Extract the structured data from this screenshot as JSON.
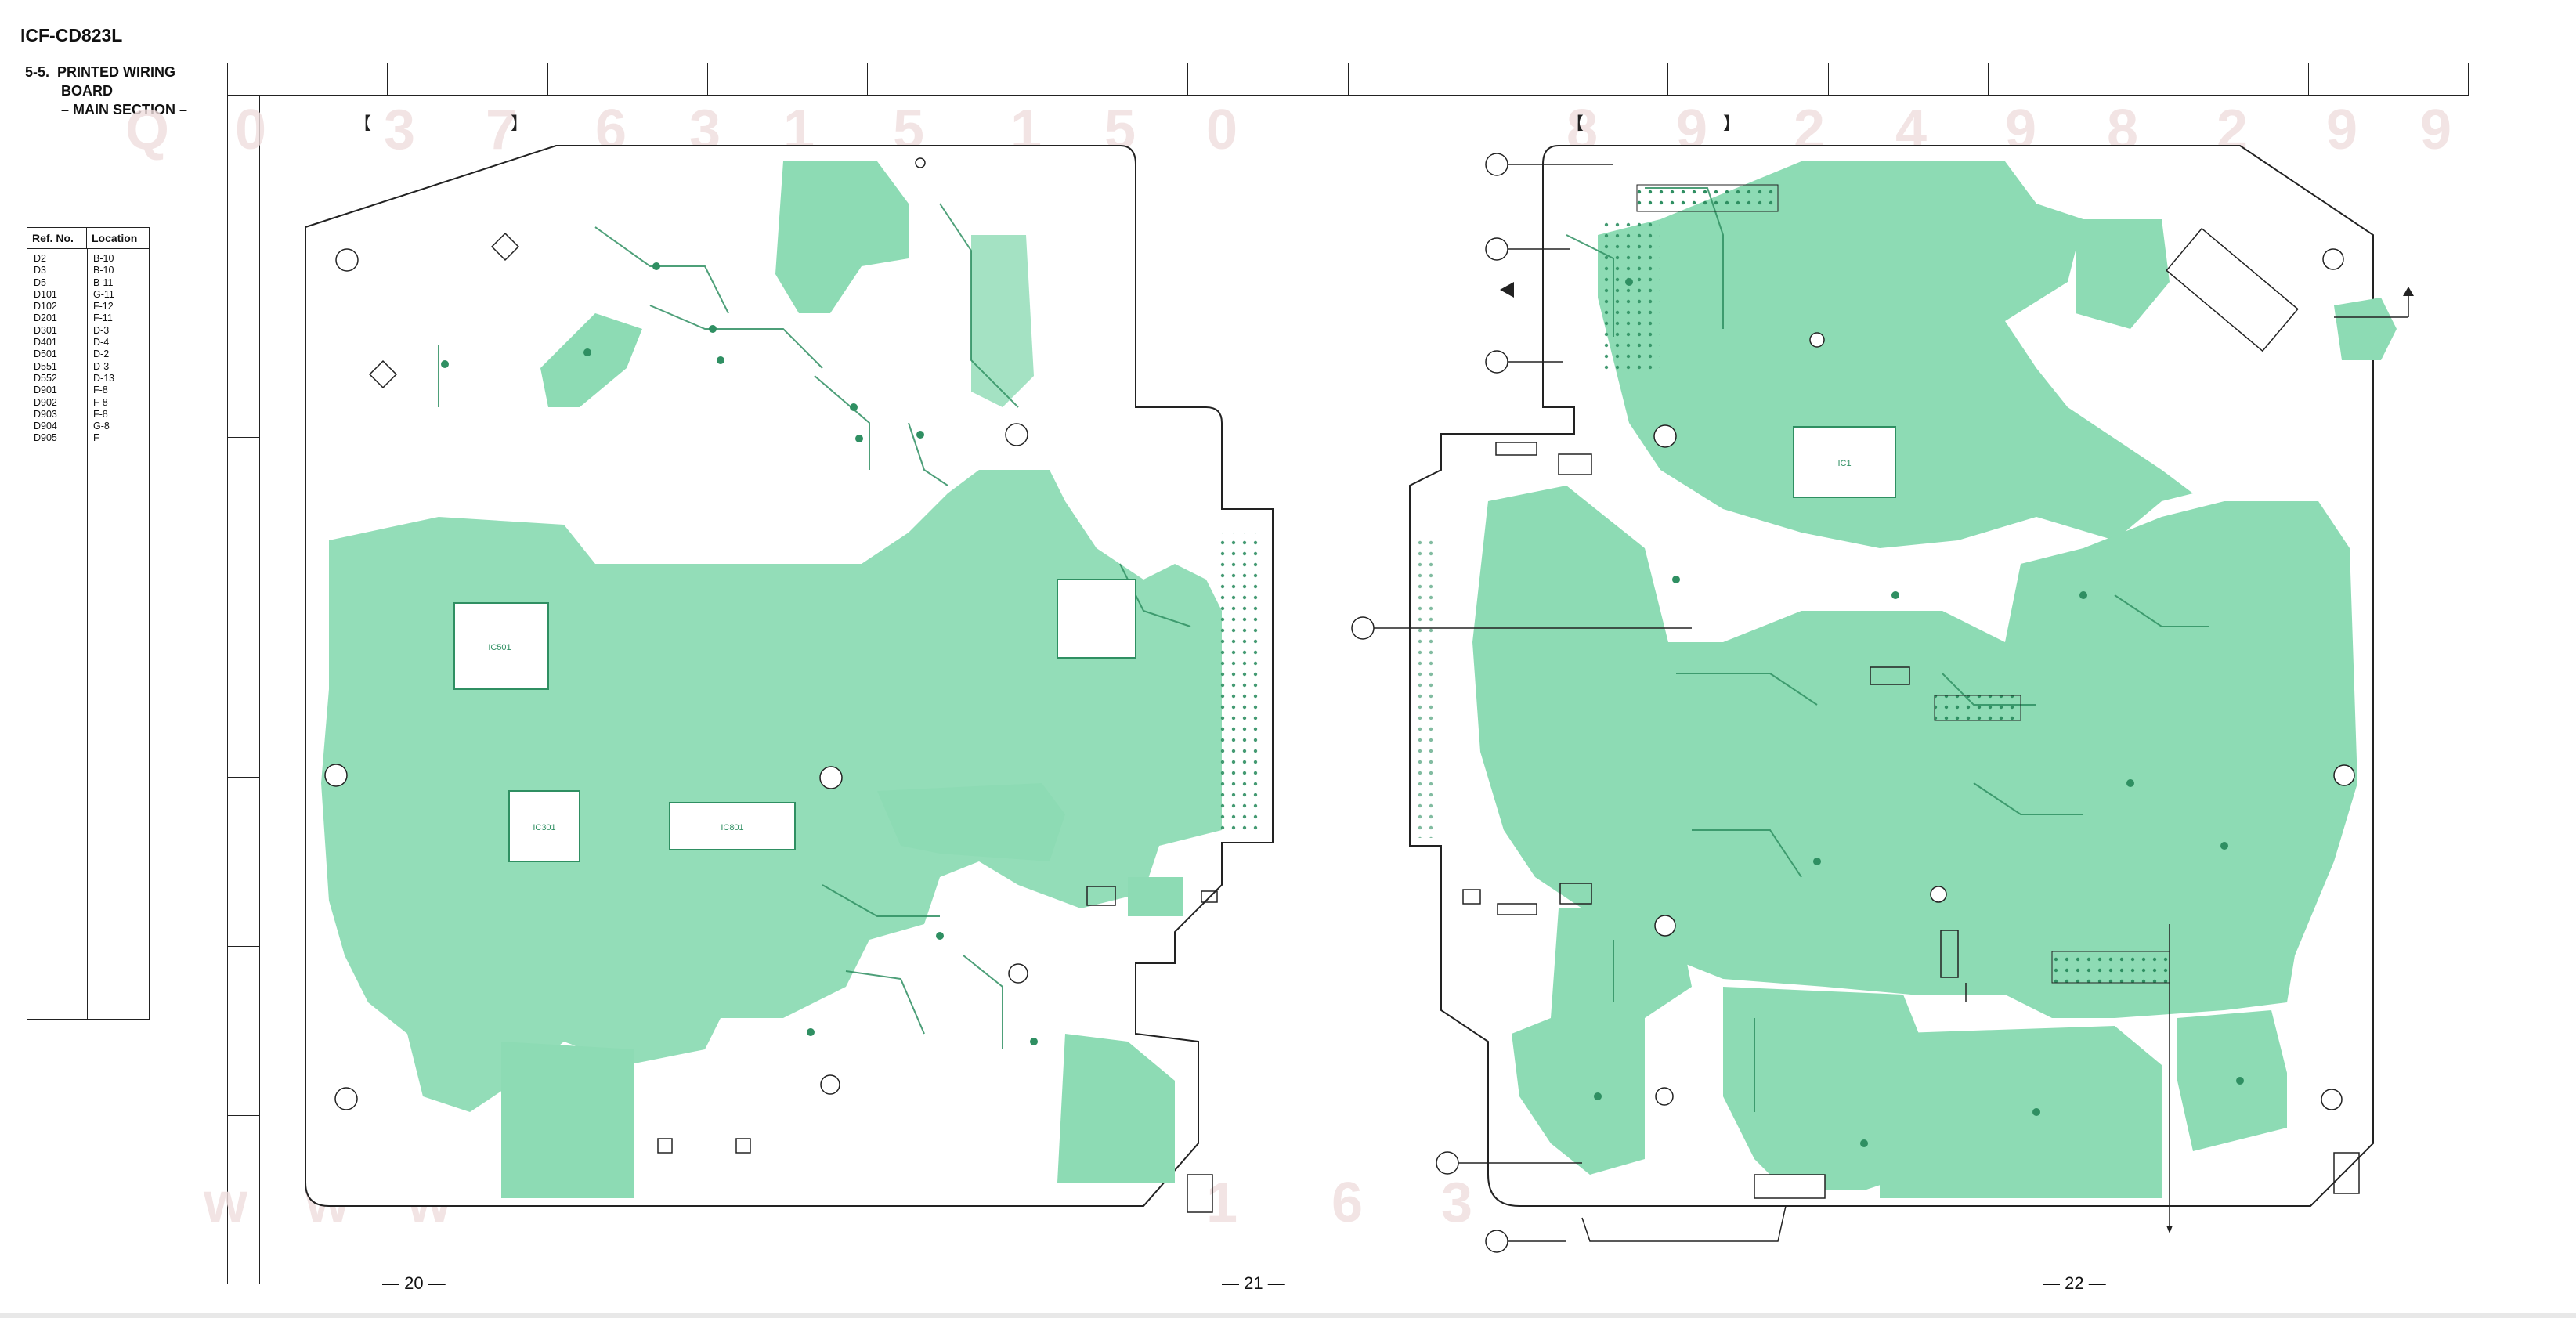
{
  "header": {
    "model": "ICF-CD823L",
    "section_number": "5-5.",
    "section_line1": "PRINTED WIRING",
    "section_line2": "BOARD",
    "section_line3": "– MAIN SECTION –"
  },
  "ref_table": {
    "col_ref": "Ref. No.",
    "col_location": "Location",
    "rows": [
      {
        "ref": "D2",
        "loc": "B-10"
      },
      {
        "ref": "D3",
        "loc": "B-10"
      },
      {
        "ref": "D5",
        "loc": "B-11"
      },
      {
        "ref": "D101",
        "loc": "G-11"
      },
      {
        "ref": "D102",
        "loc": "F-12"
      },
      {
        "ref": "D201",
        "loc": "F-11"
      },
      {
        "ref": "D301",
        "loc": "D-3"
      },
      {
        "ref": "D401",
        "loc": "D-4"
      },
      {
        "ref": "D501",
        "loc": "D-2"
      },
      {
        "ref": "D551",
        "loc": "D-3"
      },
      {
        "ref": "D552",
        "loc": "D-13"
      },
      {
        "ref": "D901",
        "loc": "F-8"
      },
      {
        "ref": "D902",
        "loc": "F-8"
      },
      {
        "ref": "D903",
        "loc": "F-8"
      },
      {
        "ref": "D904",
        "loc": "G-8"
      },
      {
        "ref": "D905",
        "loc": "F"
      }
    ]
  },
  "pages": {
    "left": "— 20 —",
    "middle": "— 21 —",
    "right": "— 22 —"
  },
  "board_labels": {
    "left_ic_a": "IC501",
    "left_ic_b": "IC301",
    "left_ic_c": "IC801",
    "right_ic": "IC1"
  },
  "colors": {
    "copper": "#8ddbb4",
    "trace_dark": "#2f8f62",
    "outline": "#222222"
  }
}
